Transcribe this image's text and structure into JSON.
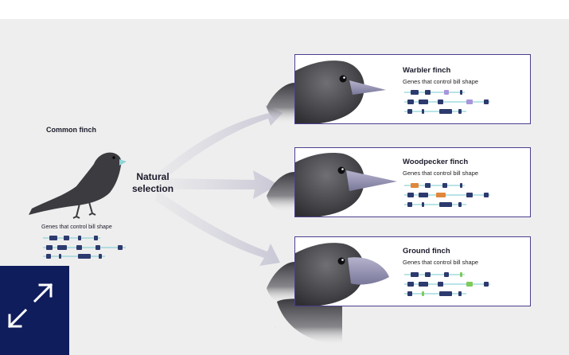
{
  "common": {
    "title": "Common finch",
    "genes_label": "Genes that control bill shape"
  },
  "process": {
    "line1": "Natural",
    "line2": "selection"
  },
  "panels": [
    {
      "title": "Warbler finch",
      "genes_label": "Genes that control bill shape",
      "highlight_color": "#a896dc"
    },
    {
      "title": "Woodpecker finch",
      "genes_label": "Genes that control bill shape",
      "highlight_color": "#e0873a"
    },
    {
      "title": "Ground finch",
      "genes_label": "Genes that control bill shape",
      "highlight_color": "#7ecb5a"
    }
  ],
  "colors": {
    "gene_line": "#8fd3d6",
    "gene_block": "#2d3a6e",
    "panel_border": "#4b3f8e",
    "expand_button": "#0f1d5c",
    "arrow": "#d2d1dc"
  },
  "expand_button": {
    "icon": "expand-arrows-icon"
  }
}
